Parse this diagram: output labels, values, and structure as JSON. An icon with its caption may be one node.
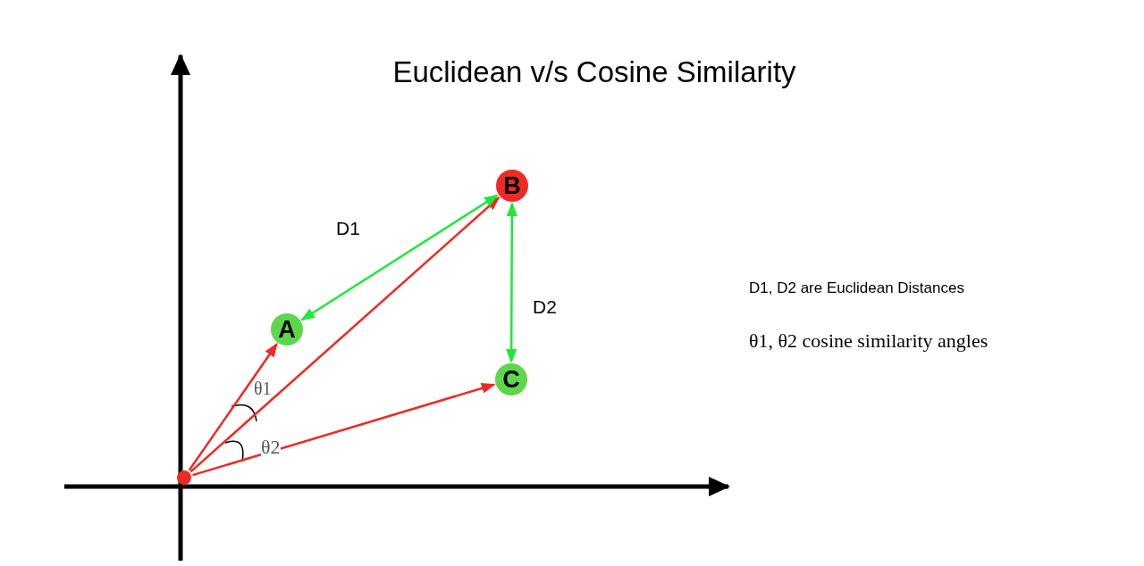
{
  "diagram": {
    "title": "Euclidean v/s Cosine Similarity",
    "nodes": [
      {
        "text": [],
        "shape": "dot"
      },
      {
        "text": [
          "A"
        ]
      },
      {
        "text": [
          "B"
        ]
      },
      {
        "text": [
          "C"
        ]
      }
    ],
    "edges": [
      {
        "from": 0,
        "to": 1,
        "arrow": "to"
      },
      {
        "from": 0,
        "to": 2,
        "arrow": "to"
      },
      {
        "from": 0,
        "to": 3,
        "arrow": "to"
      },
      {
        "from": 1,
        "to": 2,
        "arrow": "both",
        "label": "D1",
        "color": "#1ee83a"
      },
      {
        "from": 2,
        "to": 3,
        "arrow": "both",
        "label": "D2",
        "color": "#1ee83a"
      }
    ],
    "labels": [
      "D1, D2 are Euclidean Distances",
      "θ1, θ2 cosine similarity angles",
      "θ1",
      "θ2"
    ]
  }
}
